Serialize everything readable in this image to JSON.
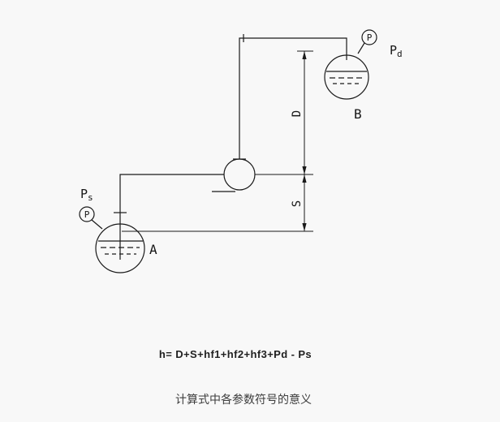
{
  "diagram": {
    "tank_a_label": "A",
    "tank_b_label": "B",
    "dim_discharge_label": "D",
    "dim_suction_label": "S",
    "gauges": {
      "suction": {
        "dial_letter": "P",
        "tag_main": "P",
        "tag_sub": "s"
      },
      "discharge": {
        "dial_letter": "P",
        "tag_main": "P",
        "tag_sub": "d"
      }
    },
    "colors": {
      "line": "#1a1a1a",
      "background": "#f8f8f8"
    }
  },
  "formula": "h= D+S+hf1+hf2+hf3+Pd - Ps",
  "caption": "计算式中各参数符号的意义"
}
